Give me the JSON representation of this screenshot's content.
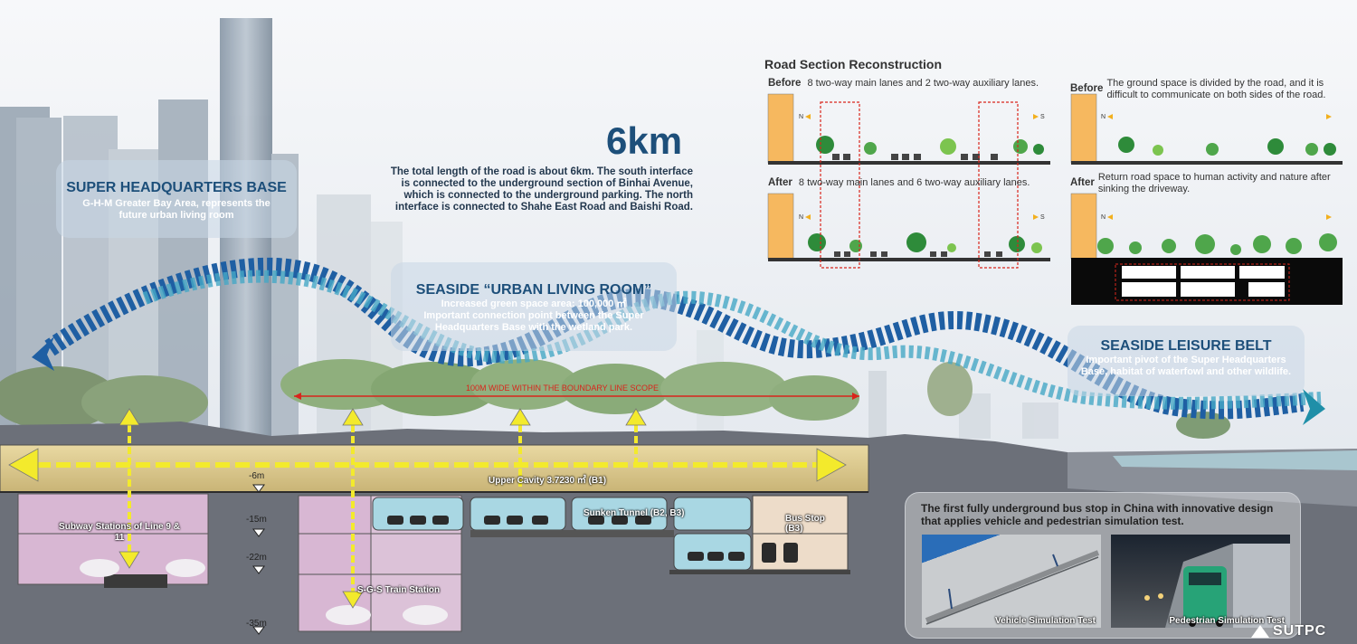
{
  "title_6km": "6km",
  "intro_text": "The total length of the road is about 6km. The south interface is connected to the underground section of Binhai Avenue, which is connected to the underground parking. The north interface is connected to Shahe East Road and Baishi Road.",
  "hq": {
    "title": "SUPER HEADQUARTERS BASE",
    "text": "G-H-M Greater Bay Area, represents the future urban living room"
  },
  "living_room": {
    "title": "SEASIDE “URBAN LIVING ROOM”",
    "line1": "Increased green space area: 100,000 ㎡",
    "line2": "Important connection point between the Super Headquarters Base with the wetland park."
  },
  "leisure": {
    "title": "SEASIDE LEISURE BELT",
    "text": "Important pivot of the Super Headquarters Base, habitat of waterfowl and other wildlife."
  },
  "scope_label": "100M WIDE WITHIN THE BOUNDARY LINE SCOPE",
  "road_section": {
    "title": "Road Section Reconstruction",
    "before_label": "Before",
    "after_label": "After",
    "before_left": "8 two-way main lanes and 2 two-way auxiliary lanes.",
    "after_left": "8 two-way main lanes and 6 two-way auxiliary lanes.",
    "before_right": "The ground space is divided by the road, and it is difficult to communicate on both sides of the road.",
    "after_right": "Return road space to human activity and nature after sinking the driveway.",
    "compass_n": "N",
    "compass_s": "S"
  },
  "section": {
    "upper_cavity": "Upper Cavity 3.7230 ㎡ (B1)",
    "subway": "Subway Stations of Line 9 & 11",
    "sunken_tunnel": "Sunken Tunnel (B2, B3)",
    "bus_stop": "Bus Stop (B3)",
    "train_station": "S-G-S Train Station",
    "depths": [
      "-6m",
      "-15m",
      "-22m",
      "-35m"
    ]
  },
  "bus_box": {
    "title": "The first fully underground bus stop in China with innovative design that applies vehicle and pedestrian simulation test.",
    "vehicle_caption": "Vehicle Simulation Test",
    "pedestrian_caption": "Pedestrian Simulation Test"
  },
  "logo_text": "SUTPC",
  "colors": {
    "wave_dark": "#1f5fa3",
    "wave_light": "#46a8c6",
    "arrow_yellow": "#f3ea2c",
    "scope_red": "#d9251c",
    "tunnel_blue": "#a9d7e3",
    "station_pink": "#d8b7d3",
    "building_orange": "#f6b85f"
  }
}
